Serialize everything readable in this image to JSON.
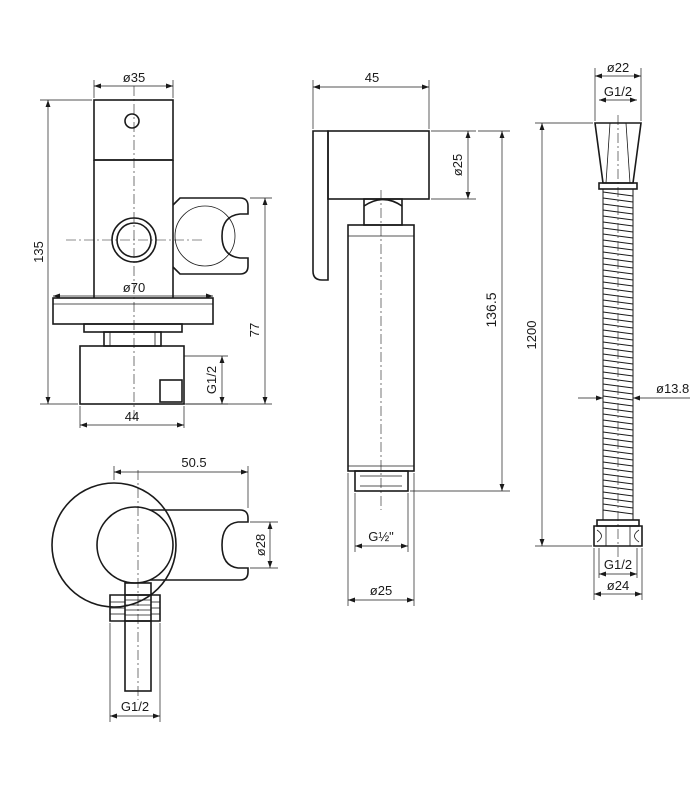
{
  "diagram": {
    "valve_front": {
      "dimensions": {
        "top_diameter": "ø35",
        "total_height": "135",
        "flange_diameter": "ø70",
        "holder_height": "77",
        "thread": "G1/2",
        "depth": "44"
      }
    },
    "valve_top": {
      "dimensions": {
        "width": "50.5",
        "holder_diameter": "ø28",
        "thread": "G1/2"
      }
    },
    "sprayer": {
      "dimensions": {
        "width": "45",
        "head_diameter": "ø25",
        "height": "136.5",
        "thread": "G½\"",
        "body_diameter": "ø25"
      }
    },
    "hose": {
      "dimensions": {
        "top_diameter": "ø22",
        "top_thread": "G1/2",
        "length": "1200",
        "hose_diameter": "ø13.8",
        "bottom_thread": "G1/2",
        "bottom_diameter": "ø24"
      }
    }
  }
}
